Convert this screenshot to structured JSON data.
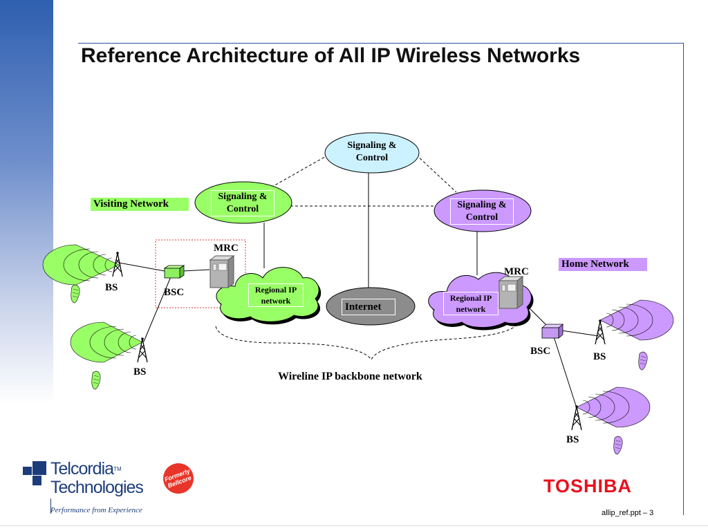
{
  "title": "Reference Architecture of All IP Wireless Networks",
  "diagram": {
    "signaling_top": [
      "Signaling &",
      "Control"
    ],
    "signaling_visiting": [
      "Signaling &",
      "Control"
    ],
    "signaling_home": [
      "Signaling &",
      "Control"
    ],
    "visiting_network": "Visiting Network",
    "home_network": "Home Network",
    "mrc_left": "MRC",
    "mrc_right": "MRC",
    "bsc_left": "BSC",
    "bsc_right": "BSC",
    "bs_left_top": "BS",
    "bs_left_bottom": "BS",
    "bs_right_top": "BS",
    "bs_right_bottom": "BS",
    "regional_left": [
      "Regional IP",
      "network"
    ],
    "regional_right": [
      "Regional IP",
      "network"
    ],
    "internet": "Internet",
    "backbone": "Wireline IP backbone network"
  },
  "colors": {
    "visiting": "#99ff66",
    "home": "#cc99ff",
    "signaling_top": "#ccf2ff",
    "internet": "#8c8c8c",
    "toshiba": "#e8101d",
    "title_rule": "#2b4ea0"
  },
  "footer": {
    "telcordia_line1": "Telcordia",
    "telcordia_tm": "TM",
    "telcordia_line2": "Technologies",
    "telcordia_tagline": "Performance from Experience",
    "bellcore_line1": "Formerly",
    "bellcore_line2": "Bellcore",
    "toshiba": "TOSHIBA",
    "slide_ref": "allip_ref.ppt – 3"
  }
}
